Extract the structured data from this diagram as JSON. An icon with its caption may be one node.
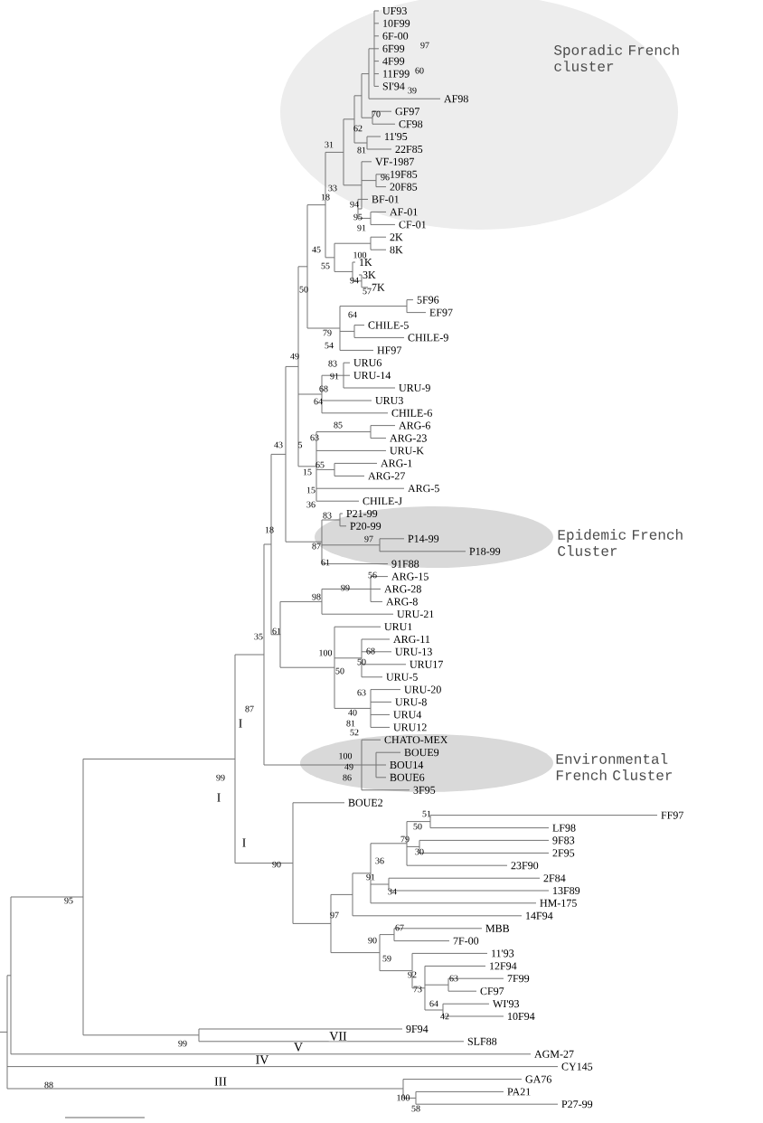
{
  "diagram": {
    "nodes": [
      {
        "text": [
          "Sporadic French cluster"
        ]
      },
      {
        "text": [
          "Epidemic French Cluster"
        ]
      },
      {
        "text": [
          "Environmental French Cluster"
        ]
      }
    ],
    "labels": [
      "UF93",
      "10F99",
      "6F-00",
      "6F99",
      "4F99",
      "11F99",
      "SI'94",
      "AF98",
      "GF97",
      "CF98",
      "11'95",
      "22F85",
      "VF-1987",
      "19F85",
      "20F85",
      "BF-01",
      "AF-01",
      "CF-01",
      "2K",
      "8K",
      "1K",
      "3K",
      "7K",
      "5F96",
      "EF97",
      "CHILE-5",
      "CHILE-9",
      "HF97",
      "URU6",
      "URU-14",
      "URU-9",
      "URU3",
      "CHILE-6",
      "ARG-6",
      "ARG-23",
      "URU-K",
      "ARG-1",
      "ARG-27",
      "ARG-5",
      "CHILE-J",
      "P21-99",
      "P20-99",
      "P14-99",
      "P18-99",
      "91F88",
      "ARG-15",
      "ARG-28",
      "ARG-8",
      "URU-21",
      "URU1",
      "ARG-11",
      "URU-13",
      "URU17",
      "URU-5",
      "URU-20",
      "URU-8",
      "URU4",
      "URU12",
      "CHATO-MEX",
      "BOUE9",
      "BOU14",
      "BOUE6",
      "3F95",
      "BOUE2",
      "FF97",
      "LF98",
      "9F83",
      "2F95",
      "23F90",
      "2F84",
      "13F89",
      "HM-175",
      "14F94",
      "MBB",
      "7F-00",
      "11'93",
      "12F94",
      "7F99",
      "CF97",
      "WI'93",
      "10F94",
      "9F94",
      "SLF88",
      "AGM-27",
      "CY145",
      "GA76",
      "PA21",
      "P27-99",
      "97",
      "60",
      "39",
      "70",
      "62",
      "31",
      "81",
      "33",
      "18",
      "96",
      "94",
      "95",
      "91",
      "100",
      "45",
      "55",
      "94",
      "57",
      "50",
      "64",
      "79",
      "54",
      "49",
      "83",
      "91",
      "68",
      "64",
      "85",
      "63",
      "43",
      "5",
      "65",
      "15",
      "15",
      "36",
      "83",
      "18",
      "97",
      "87",
      "61",
      "56",
      "99",
      "98",
      "61",
      "35",
      "100",
      "68",
      "50",
      "50",
      "63",
      "87",
      "40",
      "I",
      "81",
      "52",
      "100",
      "49",
      "99",
      "86",
      "I",
      "51",
      "50",
      "79",
      "I",
      "30",
      "36",
      "90",
      "91",
      "34",
      "95",
      "97",
      "67",
      "90",
      "59",
      "92",
      "63",
      "73",
      "64",
      "42",
      "VII",
      "99",
      "V",
      "IV",
      "III",
      "88",
      "100",
      "58"
    ]
  }
}
